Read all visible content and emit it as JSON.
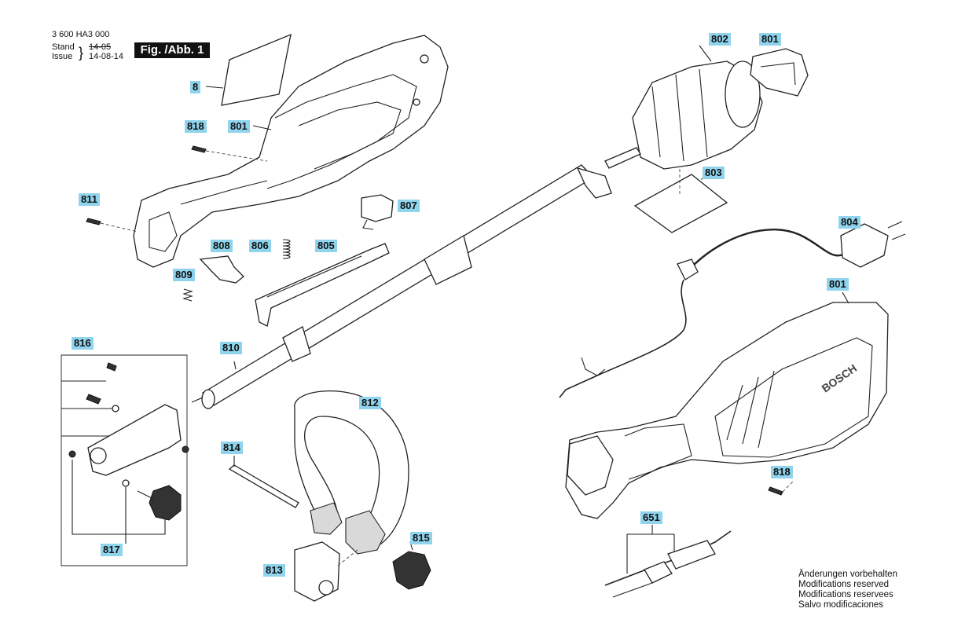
{
  "header": {
    "code": "3 600 HA3 000",
    "stand_label": "Stand",
    "issue_label": "Issue",
    "stand_date": "14-05",
    "issue_date": "14-08-14",
    "figure_label": "Fig. /Abb. 1"
  },
  "parts": {
    "p8": "8",
    "p801a": "801",
    "p801b": "801",
    "p801c": "801",
    "p802": "802",
    "p803": "803",
    "p804": "804",
    "p805": "805",
    "p806": "806",
    "p807": "807",
    "p808": "808",
    "p809": "809",
    "p810": "810",
    "p811": "811",
    "p812": "812",
    "p813": "813",
    "p814": "814",
    "p815": "815",
    "p816": "816",
    "p817": "817",
    "p818a": "818",
    "p818b": "818",
    "p651": "651"
  },
  "notes": [
    "Änderungen vorbehalten",
    "Modifications reserved",
    "Modifications reservees",
    "Salvo modificaciones"
  ],
  "brand": {
    "logo_text": "BOSCH"
  },
  "colors": {
    "label_bg": "#8fd3ec",
    "figure_bg": "#111111"
  }
}
